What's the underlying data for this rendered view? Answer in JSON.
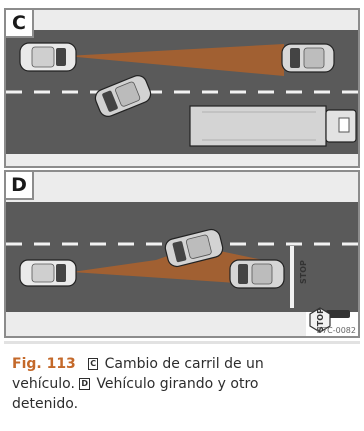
{
  "panels": {
    "c": {
      "letter": "C"
    },
    "d": {
      "letter": "D",
      "stop_sign": "STOP",
      "road_marking": "STOP",
      "ref_code": "B7C-0082"
    }
  },
  "caption": {
    "fig_label": "Fig. 113",
    "c_tag": "C",
    "c_text": "Cambio de carril de un vehículo.",
    "d_tag": "D",
    "d_text": "Vehículo girando y otro detenido."
  },
  "colors": {
    "road": "#5a5a5a",
    "sensor": "#a8602e",
    "accent": "#c4692a"
  }
}
